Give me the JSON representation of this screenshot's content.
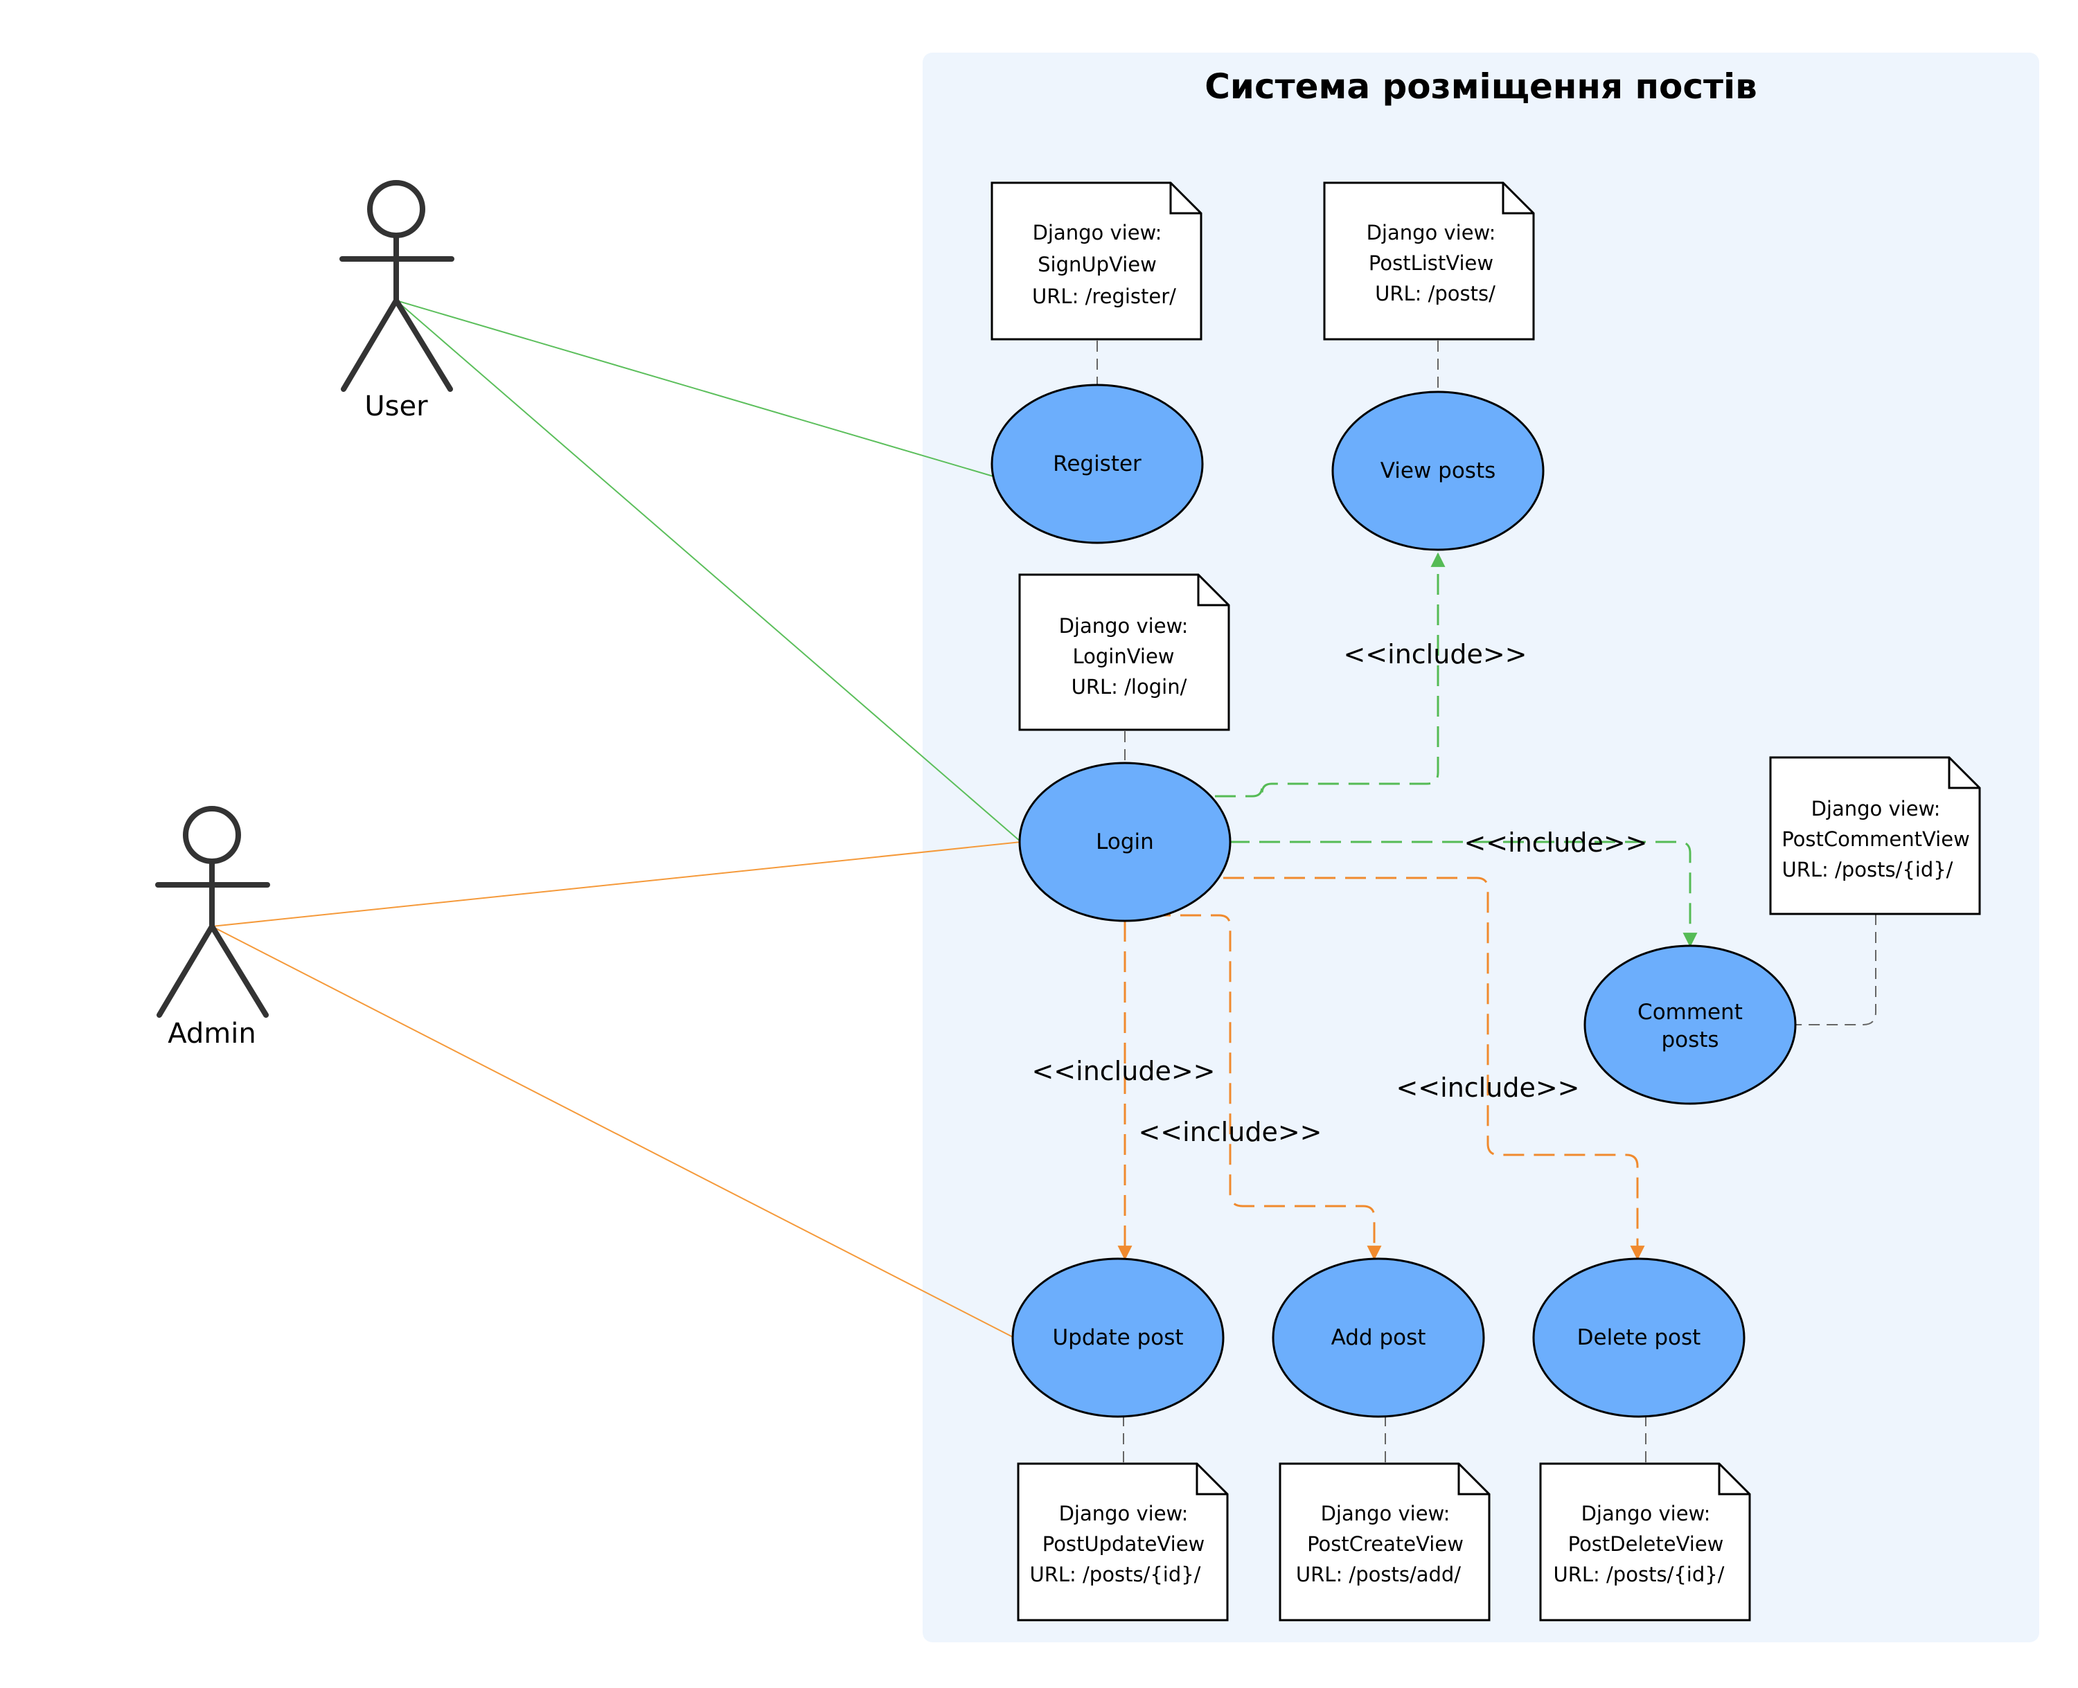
{
  "system": {
    "title": "Система розміщення постів"
  },
  "actors": [
    {
      "id": "user",
      "label": "User"
    },
    {
      "id": "admin",
      "label": "Admin"
    }
  ],
  "usecases": [
    {
      "id": "register",
      "label": "Register"
    },
    {
      "id": "view",
      "label": "View posts"
    },
    {
      "id": "login",
      "label": "Login"
    },
    {
      "id": "comment",
      "label1": "Comment",
      "label2": "posts"
    },
    {
      "id": "update",
      "label": "Update post"
    },
    {
      "id": "add",
      "label": "Add post"
    },
    {
      "id": "delete",
      "label": "Delete post"
    }
  ],
  "notes": [
    {
      "id": "register",
      "lines": [
        "Django view:",
        "SignUpView",
        "URL: /register/"
      ]
    },
    {
      "id": "view",
      "lines": [
        "Django view:",
        "PostListView",
        "URL: /posts/"
      ]
    },
    {
      "id": "login",
      "lines": [
        "Django view:",
        "LoginView",
        "URL: /login/"
      ]
    },
    {
      "id": "comment",
      "lines": [
        "Django view:",
        "PostCommentView",
        "URL: /posts/{id}/"
      ]
    },
    {
      "id": "update",
      "lines": [
        "Django view:",
        "PostUpdateView",
        "URL: /posts/{id}/"
      ]
    },
    {
      "id": "add",
      "lines": [
        "Django view:",
        "PostCreateView",
        "URL: /posts/add/"
      ]
    },
    {
      "id": "delete",
      "lines": [
        "Django view:",
        "PostDeleteView",
        "URL: /posts/{id}/"
      ]
    }
  ],
  "relations": {
    "include_label": "<<include>>"
  },
  "colors": {
    "boundary_fill": "#eef5fd",
    "usecase_fill": "#6caefc",
    "user_line": "#5cbf5c",
    "admin_line": "#f59a3b",
    "include_green": "#55bb55",
    "include_orange": "#f08a2e",
    "actor_stroke": "#333333",
    "note_dash": "#666666"
  }
}
